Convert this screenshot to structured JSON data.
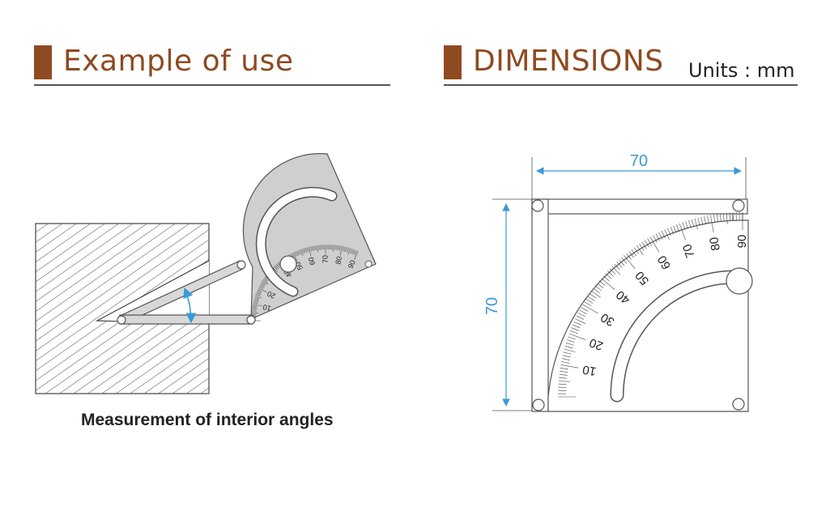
{
  "colors": {
    "accent": "#8e4a20",
    "dimension": "#3a9ad8",
    "rule": "#555555"
  },
  "left_section": {
    "title": "Example of use",
    "caption": "Measurement of interior angles",
    "scale_labels": [
      "10",
      "20",
      "30",
      "40",
      "50",
      "60",
      "70",
      "80",
      "90"
    ]
  },
  "right_section": {
    "title": "DIMENSIONS",
    "units": "Units : mm",
    "width_label": "70",
    "height_label": "70",
    "scale_labels": [
      "10",
      "20",
      "30",
      "40",
      "50",
      "60",
      "70",
      "80",
      "90"
    ]
  }
}
